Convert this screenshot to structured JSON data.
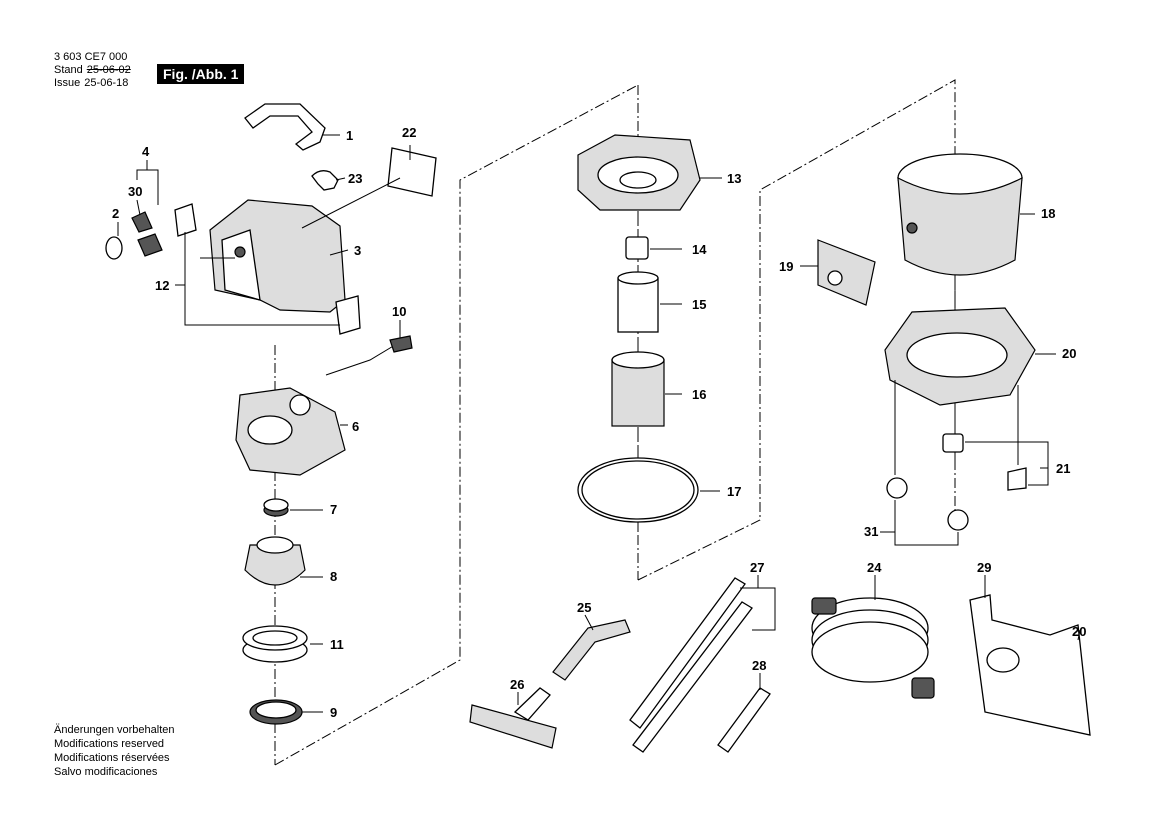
{
  "header": {
    "doc_number": "3 603 CE7 000",
    "stand_label": "Stand",
    "stand_date_old": "25-06-02",
    "issue_label": "Issue",
    "issue_date": "25-06-18",
    "figure_label": "Fig. /Abb. 1"
  },
  "notes": [
    "Änderungen vorbehalten",
    "Modifications reserved",
    "Modifications réservées",
    "Salvo modificaciones"
  ],
  "parts": {
    "p1": "1",
    "p2": "2",
    "p3": "3",
    "p4": "4",
    "p6": "6",
    "p7": "7",
    "p8": "8",
    "p9": "9",
    "p10": "10",
    "p11": "11",
    "p12": "12",
    "p13": "13",
    "p14": "14",
    "p15": "15",
    "p16": "16",
    "p17": "17",
    "p18": "18",
    "p19": "19",
    "p20": "20",
    "p21": "21",
    "p22": "22",
    "p23": "23",
    "p24": "24",
    "p25": "25",
    "p26": "26",
    "p27": "27",
    "p28": "28",
    "p29": "29",
    "p30": "30",
    "p31": "31"
  }
}
